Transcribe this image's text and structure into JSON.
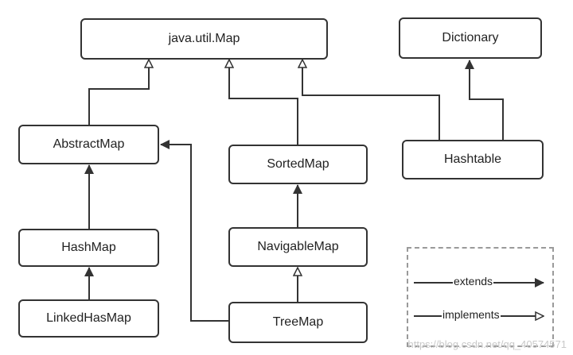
{
  "nodes": {
    "map": "java.util.Map",
    "dictionary": "Dictionary",
    "abstract_map": "AbstractMap",
    "sorted_map": "SortedMap",
    "hashtable": "Hashtable",
    "hash_map": "HashMap",
    "navigable_map": "NavigableMap",
    "linked_hash_map": "LinkedHasMap",
    "tree_map": "TreeMap"
  },
  "legend": {
    "extends": "extends",
    "implements": "implements"
  },
  "watermark": "https://blog.csdn.net/qq_40574571",
  "colors": {
    "line": "#333333",
    "legend_border": "#9a9a9a"
  }
}
